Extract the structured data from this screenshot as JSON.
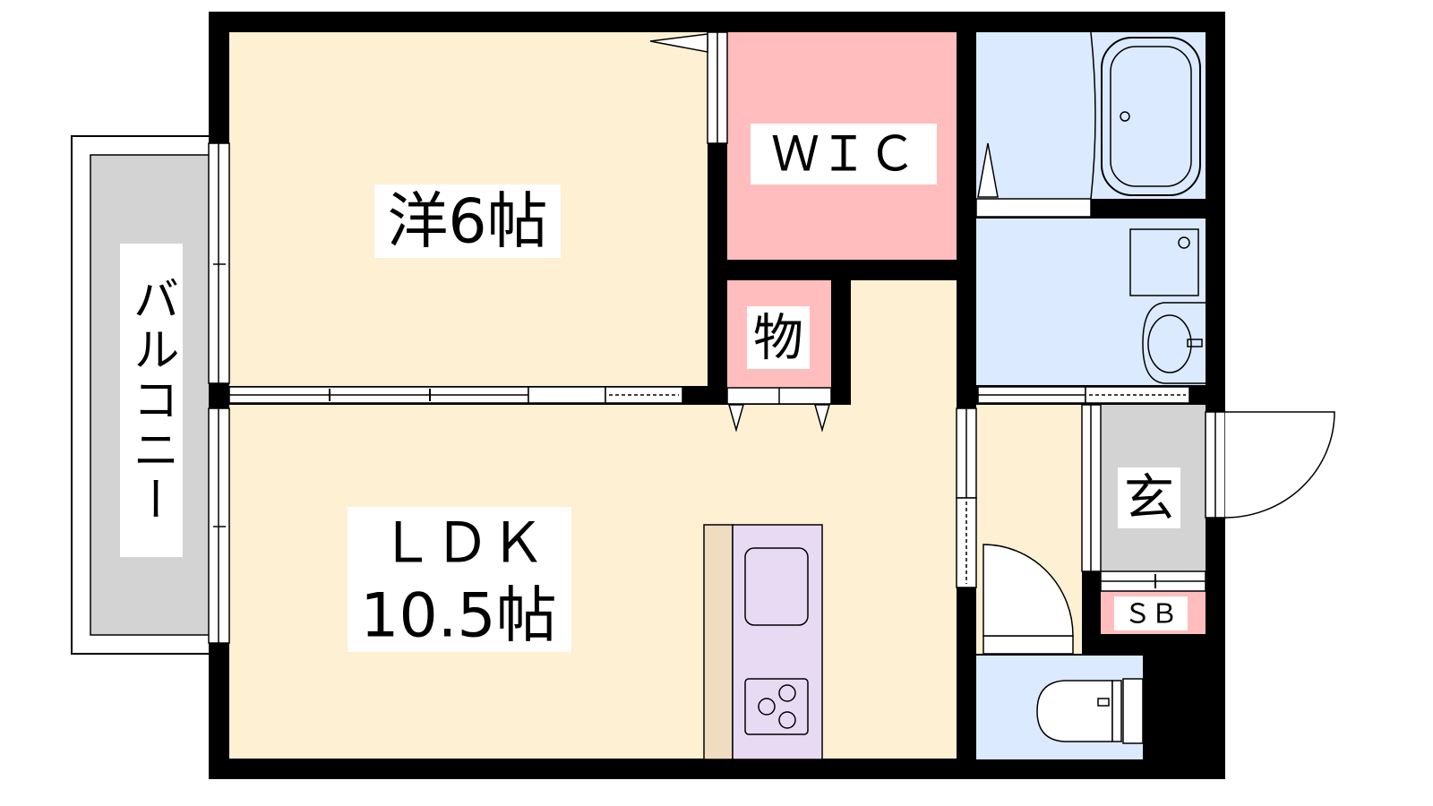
{
  "floor_plan": {
    "rooms": {
      "western_room": {
        "label": "洋6帖"
      },
      "walk_in_closet": {
        "label": "ＷＩＣ"
      },
      "storage": {
        "label": "物"
      },
      "ldk": {
        "label_line1": "ＬＤＫ",
        "label_line2": "10.5帖"
      },
      "entrance": {
        "label": "玄"
      },
      "shoe_box": {
        "label": "ＳＢ"
      },
      "balcony": {
        "label": "バルコニー"
      }
    },
    "colors": {
      "living_floor": "#fdf0d3",
      "closet": "#ffbdbe",
      "wet_area": "#dbeafe",
      "entrance_floor": "#d3d3d3",
      "balcony_floor": "#d3d3d3",
      "kitchen_counter": "#e9daf4",
      "wood_panel": "#f0dcc0",
      "wall": "#000000"
    }
  }
}
